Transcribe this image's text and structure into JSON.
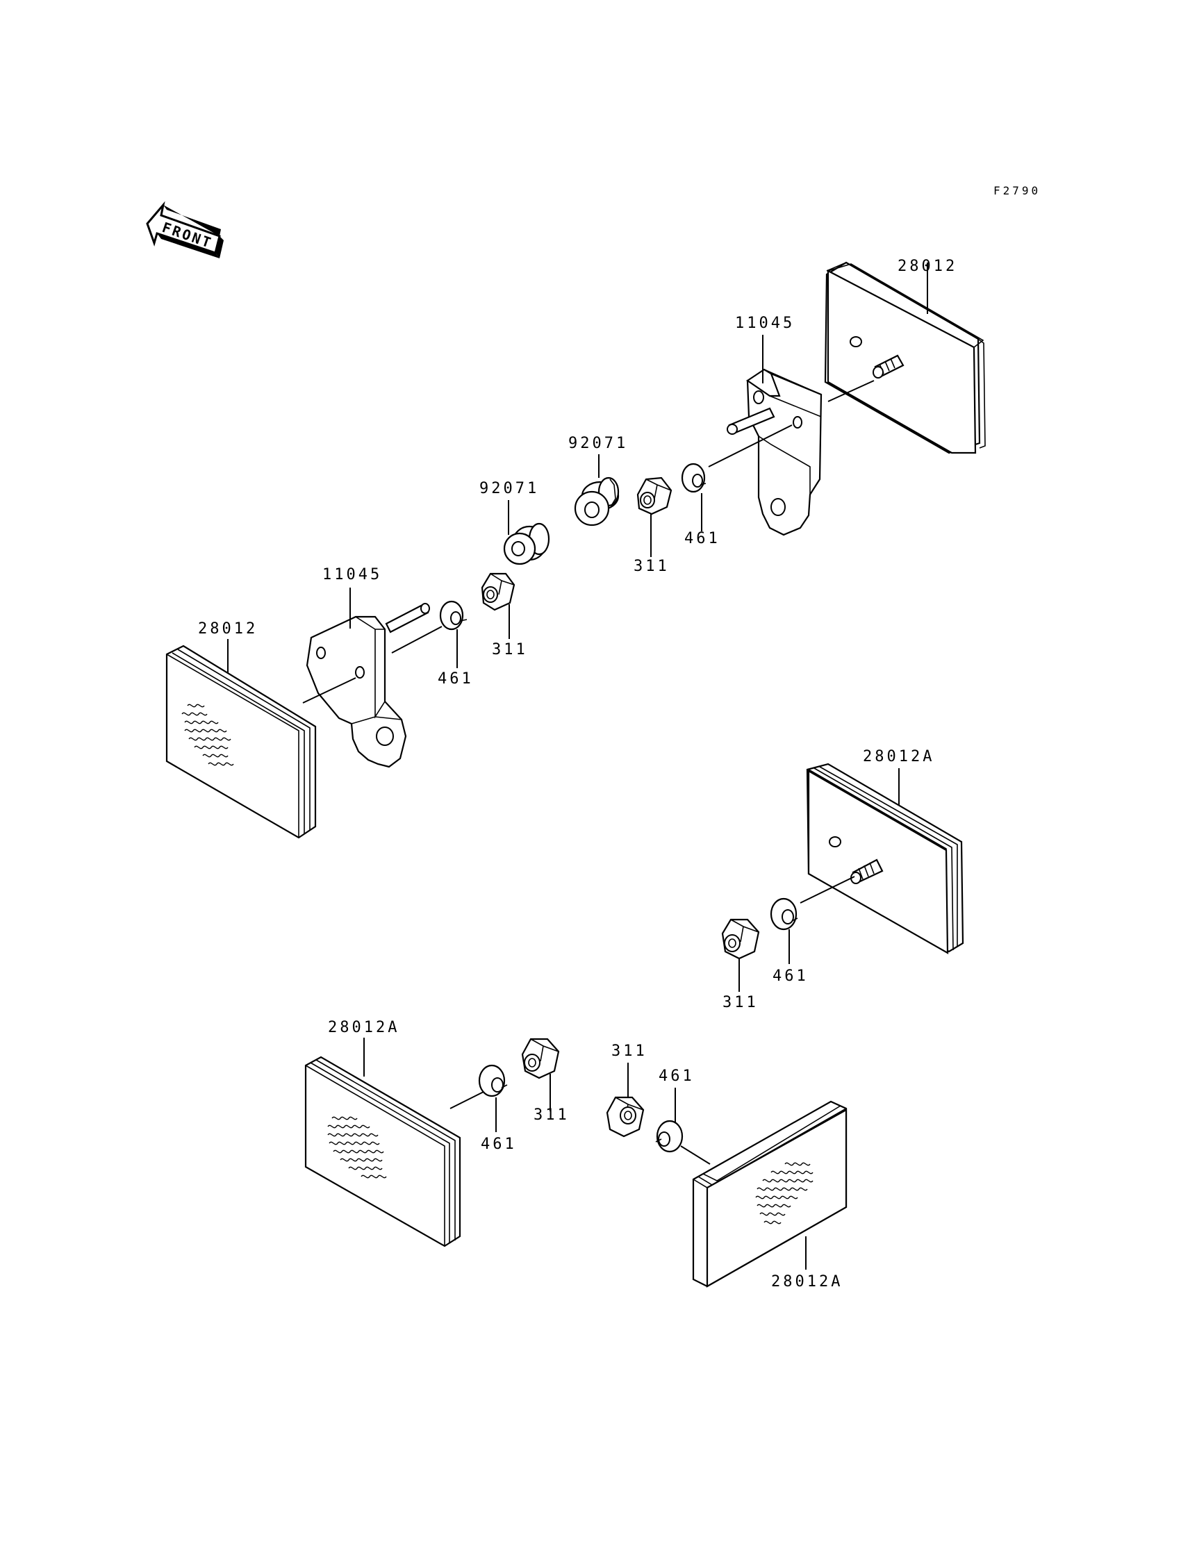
{
  "figure_code": "F2790",
  "front_label": "FRONT",
  "labels": {
    "reflector_rear_right": "28012",
    "bracket_right": "11045",
    "grommet_center": "92071",
    "grommet_left": "92071",
    "nut_upper_right": "311",
    "washer_upper_right": "461",
    "bracket_left": "11045",
    "reflector_rear_left": "28012",
    "nut_upper_left": "311",
    "washer_upper_left": "461",
    "reflector_side_right": "28012A",
    "washer_side_right": "461",
    "nut_side_right": "311",
    "reflector_lower_left": "28012A",
    "washer_lower_left": "461",
    "nut_lower_left": "311",
    "nut_lower_center": "311",
    "washer_lower_center": "461",
    "reflector_lower_right": "28012A"
  }
}
